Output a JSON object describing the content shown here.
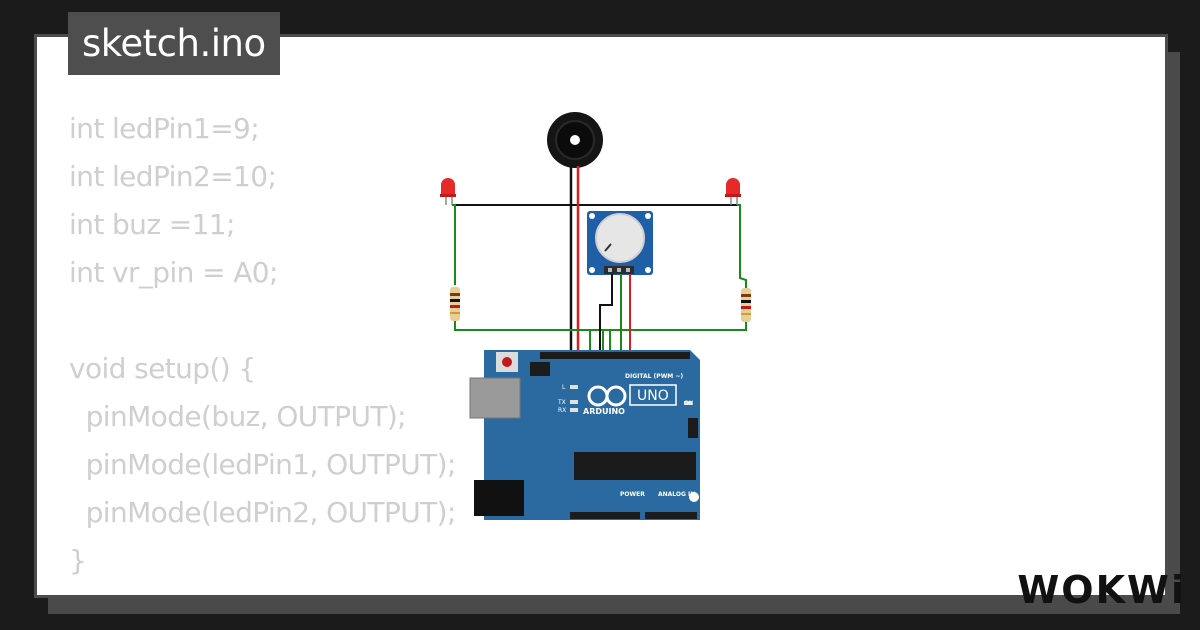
{
  "filename": "sketch.ino",
  "code_lines": [
    "int ledPin1=9;",
    "int ledPin2=10;",
    "int buz =11;",
    "int vr_pin = A0;",
    "",
    "void setup() {",
    "  pinMode(buz, OUTPUT);",
    "  pinMode(ledPin1, OUTPUT);",
    "  pinMode(ledPin2, OUTPUT);",
    "}"
  ],
  "board": {
    "brand": "ARDUINO",
    "model": "UNO",
    "digital_header_label": "DIGITAL (PWM ~)",
    "power_label": "POWER",
    "analog_label": "ANALOG IN",
    "on_label": "ON",
    "led_labels": [
      "L",
      "TX",
      "RX"
    ]
  },
  "logo": "WOKWi",
  "colors": {
    "board": "#2a6aa0",
    "led": "#e52a2a",
    "wire_black": "#111111",
    "wire_green": "#1a8a1a",
    "wire_red": "#d81e1e",
    "pot_module": "#1f5fa8"
  }
}
